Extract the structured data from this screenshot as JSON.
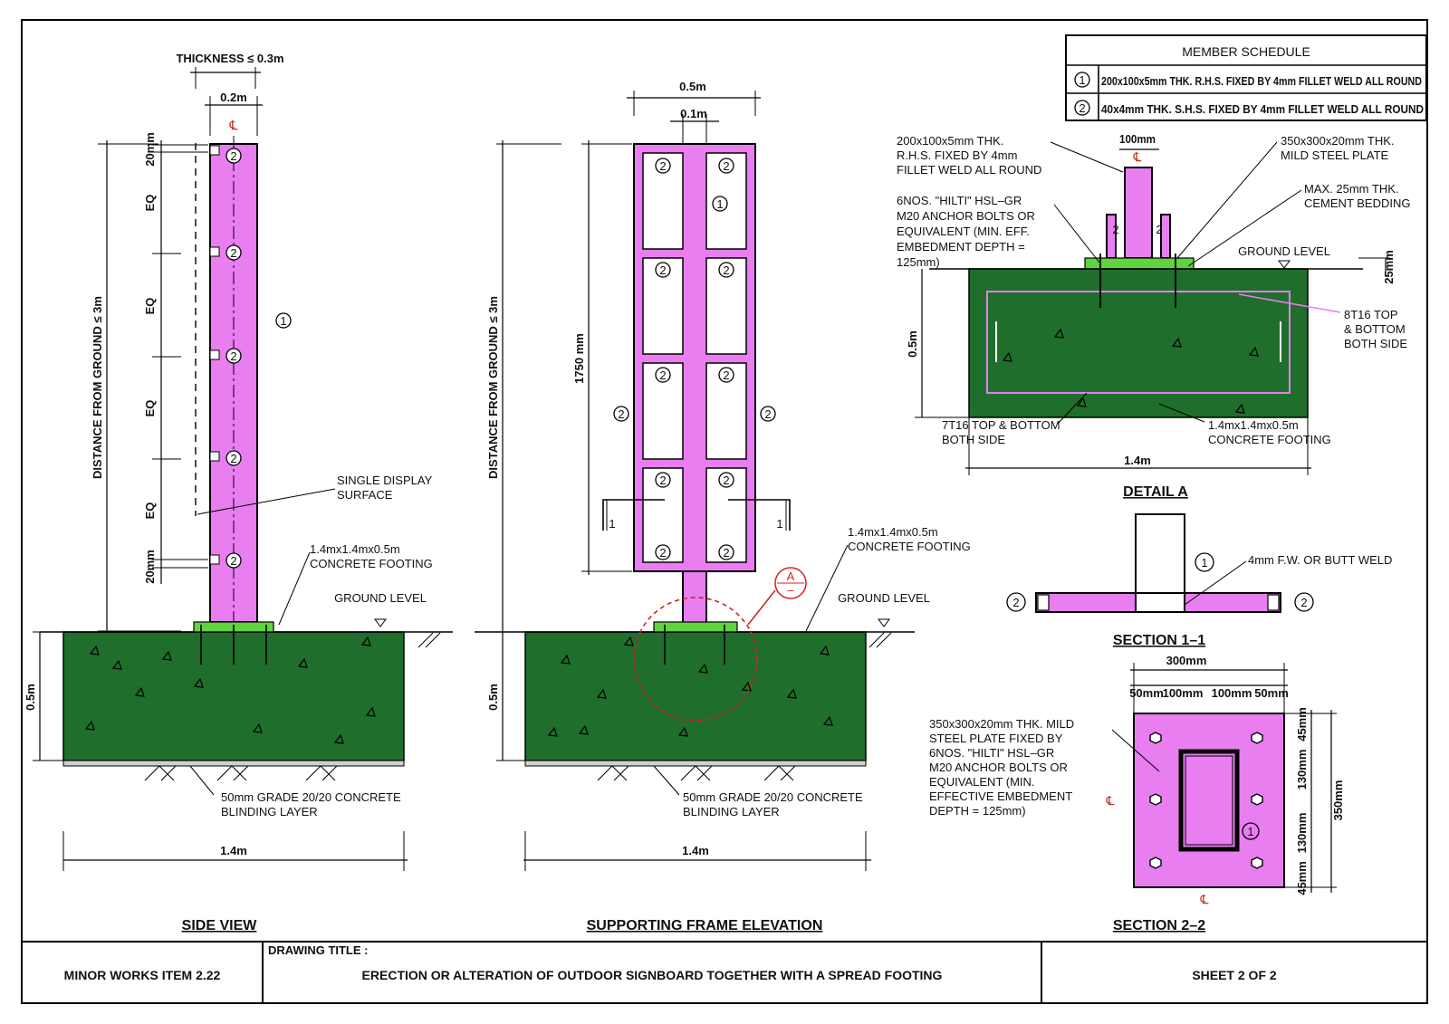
{
  "member_schedule": {
    "title": "MEMBER SCHEDULE",
    "rows": [
      {
        "mark": "1",
        "description": "200x100x5mm THK. R.H.S. FIXED BY 4mm FILLET WELD ALL ROUND"
      },
      {
        "mark": "2",
        "description": "40x4mm THK. S.H.S. FIXED BY 4mm FILLET WELD ALL ROUND"
      }
    ]
  },
  "side_view": {
    "title": "SIDE VIEW",
    "thickness": "THICKNESS ≤ 0.3m",
    "width": "0.2m",
    "height_dim": "DISTANCE FROM GROUND ≤ 3m",
    "eq": "EQ",
    "top_gap": "20mm",
    "bottom_gap": "20mm",
    "member_1": "1",
    "member_2": "2",
    "display_surface": "SINGLE DISPLAY SURFACE",
    "footing": "1.4mx1.4mx0.5m CONCRETE FOOTING",
    "ground_level": "GROUND LEVEL",
    "depth": "0.5m",
    "blinding": "50mm GRADE 20/20 CONCRETE BLINDING LAYER",
    "base_width": "1.4m"
  },
  "elevation": {
    "title": "SUPPORTING FRAME ELEVATION",
    "width": "0.5m",
    "post_width": "0.1m",
    "height_dim": "DISTANCE FROM GROUND ≤ 3m",
    "frame_height": "1750 mm",
    "member_1": "1",
    "member_2": "2",
    "section_mark": "1",
    "detail_mark": "A",
    "footing": "1.4mx1.4mx0.5m CONCRETE FOOTING",
    "ground_level": "GROUND LEVEL",
    "depth": "0.5m",
    "blinding": "50mm GRADE 20/20 CONCRETE BLINDING LAYER",
    "base_width": "1.4m"
  },
  "detail_a": {
    "title": "DETAIL A",
    "rhs": "200x100x5mm THK. R.H.S. FIXED BY 4mm FILLET WELD ALL ROUND",
    "plate": "350x300x20mm THK. MILD STEEL PLATE",
    "bolts": "6NOS. \"HILTI\" HSL-GR M20 ANCHOR BOLTS OR EQUIVALENT (MIN. EFF. EMBEDMENT DEPTH = 125mm)",
    "bedding": "MAX. 25mm THK. CEMENT BEDDING",
    "ground_level": "GROUND LEVEL",
    "post_width": "100mm",
    "bedding_dim": "25mm",
    "depth": "0.5m",
    "top_bars": "8T16 TOP & BOTTOM BOTH SIDE",
    "bottom_bars": "7T16 TOP & BOTTOM BOTH SIDE",
    "footing": "1.4mx1.4mx0.5m CONCRETE FOOTING",
    "width": "1.4m",
    "member_2": "2"
  },
  "section_1": {
    "title": "SECTION 1–1",
    "weld": "4mm F.W. OR BUTT WELD",
    "member_1": "1",
    "member_2": "2"
  },
  "section_2": {
    "title": "SECTION 2–2",
    "plate_note": "350x300x20mm THK. MILD STEEL PLATE FIXED BY 6NOS. \"HILTI\" HSL-GR M20 ANCHOR BOLTS OR EQUIVALENT (MIN. EFFECTIVE EMBEDMENT DEPTH = 125mm)",
    "overall_width": "300mm",
    "d1": "50mm",
    "d2": "100mm",
    "d3": "100mm",
    "d4": "50mm",
    "v1": "45mm",
    "v2": "130mm",
    "v3": "130mm",
    "v4": "45mm",
    "overall_height": "350mm",
    "member_1": "1"
  },
  "centerline_symbol": "℄",
  "title_block": {
    "item": "MINOR WORKS ITEM 2.22",
    "drawing_title_label": "DRAWING TITLE :",
    "drawing_title": "ERECTION OR ALTERATION OF OUTDOOR SIGNBOARD TOGETHER WITH A SPREAD FOOTING",
    "sheet": "SHEET 2 OF 2"
  },
  "colors": {
    "steel": "#e87ef0",
    "plate": "#5fd43f",
    "concrete": "#1f6e2c",
    "detail_callout": "#d62020"
  }
}
